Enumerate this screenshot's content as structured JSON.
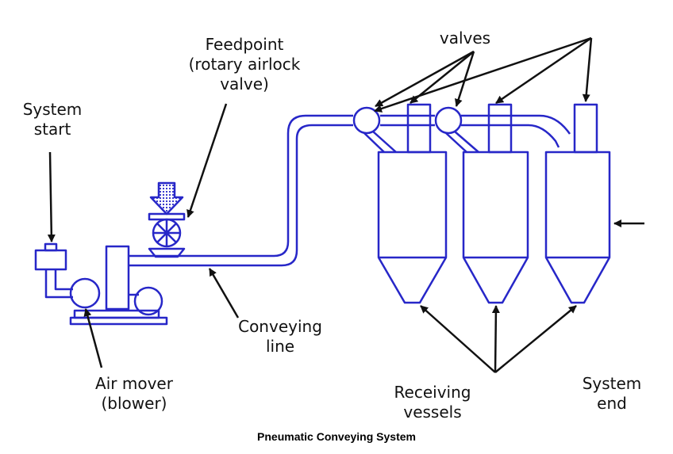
{
  "labels": {
    "system_start": [
      "System",
      "start"
    ],
    "feedpoint": [
      "Feedpoint",
      "(rotary airlock",
      "valve)"
    ],
    "valves": "valves",
    "conveying_line": [
      "Conveying",
      "line"
    ],
    "air_mover": [
      "Air mover",
      "(blower)"
    ],
    "receiving_vessels": [
      "Receiving",
      "vessels"
    ],
    "system_end": [
      "System",
      "end"
    ]
  },
  "caption": "Pneumatic Conveying System",
  "colors": {
    "equipment": "#2727c8",
    "arrows": "#111111",
    "background": "#ffffff"
  }
}
